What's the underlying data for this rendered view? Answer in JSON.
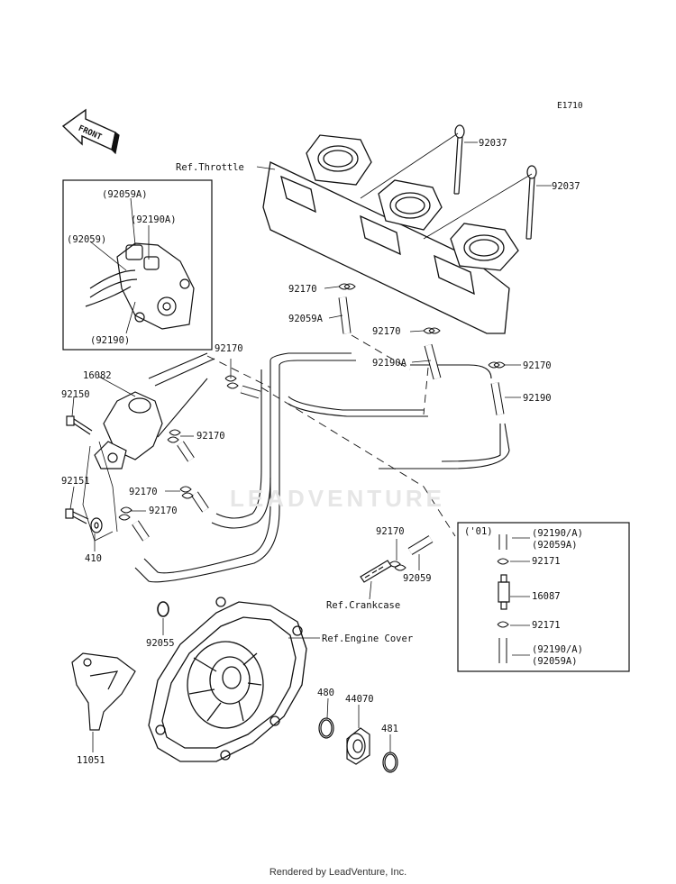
{
  "diagram_code": "E1710",
  "front_label": "FRONT",
  "watermark": "LEADVENTURE",
  "footer": "Rendered by LeadVenture, Inc.",
  "inset_2001": {
    "year": "('01)",
    "parts": [
      "(92190/A)",
      "(92059A)",
      "92171",
      "16087",
      "92171",
      "(92190/A)",
      "(92059A)"
    ]
  },
  "detail_inset": {
    "parts": [
      "(92059A)",
      "(92190A)",
      "(92059)",
      "(92190)"
    ]
  },
  "refs": {
    "throttle": "Ref.Throttle",
    "crankcase": "Ref.Crankcase",
    "engine_cover": "Ref.Engine Cover"
  },
  "parts": {
    "p92037a": "92037",
    "p92037b": "92037",
    "p92170a": "92170",
    "p92059A": "92059A",
    "p92170b": "92170",
    "p92190A": "92190A",
    "p92170c": "92170",
    "p92190": "92190",
    "p92170d": "92170",
    "p16082": "16082",
    "p92150": "92150",
    "p92170e": "92170",
    "p92151": "92151",
    "p92170f": "92170",
    "p92170g": "92170",
    "p410": "410",
    "p92170h": "92170",
    "p92059": "92059",
    "p92055": "92055",
    "p480": "480",
    "p44070": "44070",
    "p481": "481",
    "p11051": "11051"
  }
}
